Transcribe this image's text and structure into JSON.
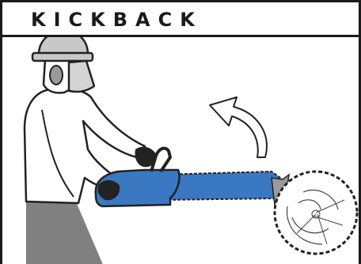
{
  "header": {
    "title": "KICKBACK"
  },
  "colors": {
    "frame": "#1a1a1a",
    "saw_body": "#3b78c2",
    "legs": "#808080",
    "skin_outline": "#222222",
    "visor": "#d4d4d4",
    "helmet": "#c8c8c8"
  },
  "icons": {
    "arrow": "curved-arrow-kickback",
    "chainsaw": "chainsaw-icon",
    "log": "log-cross-section-icon",
    "operator": "operator-figure"
  }
}
